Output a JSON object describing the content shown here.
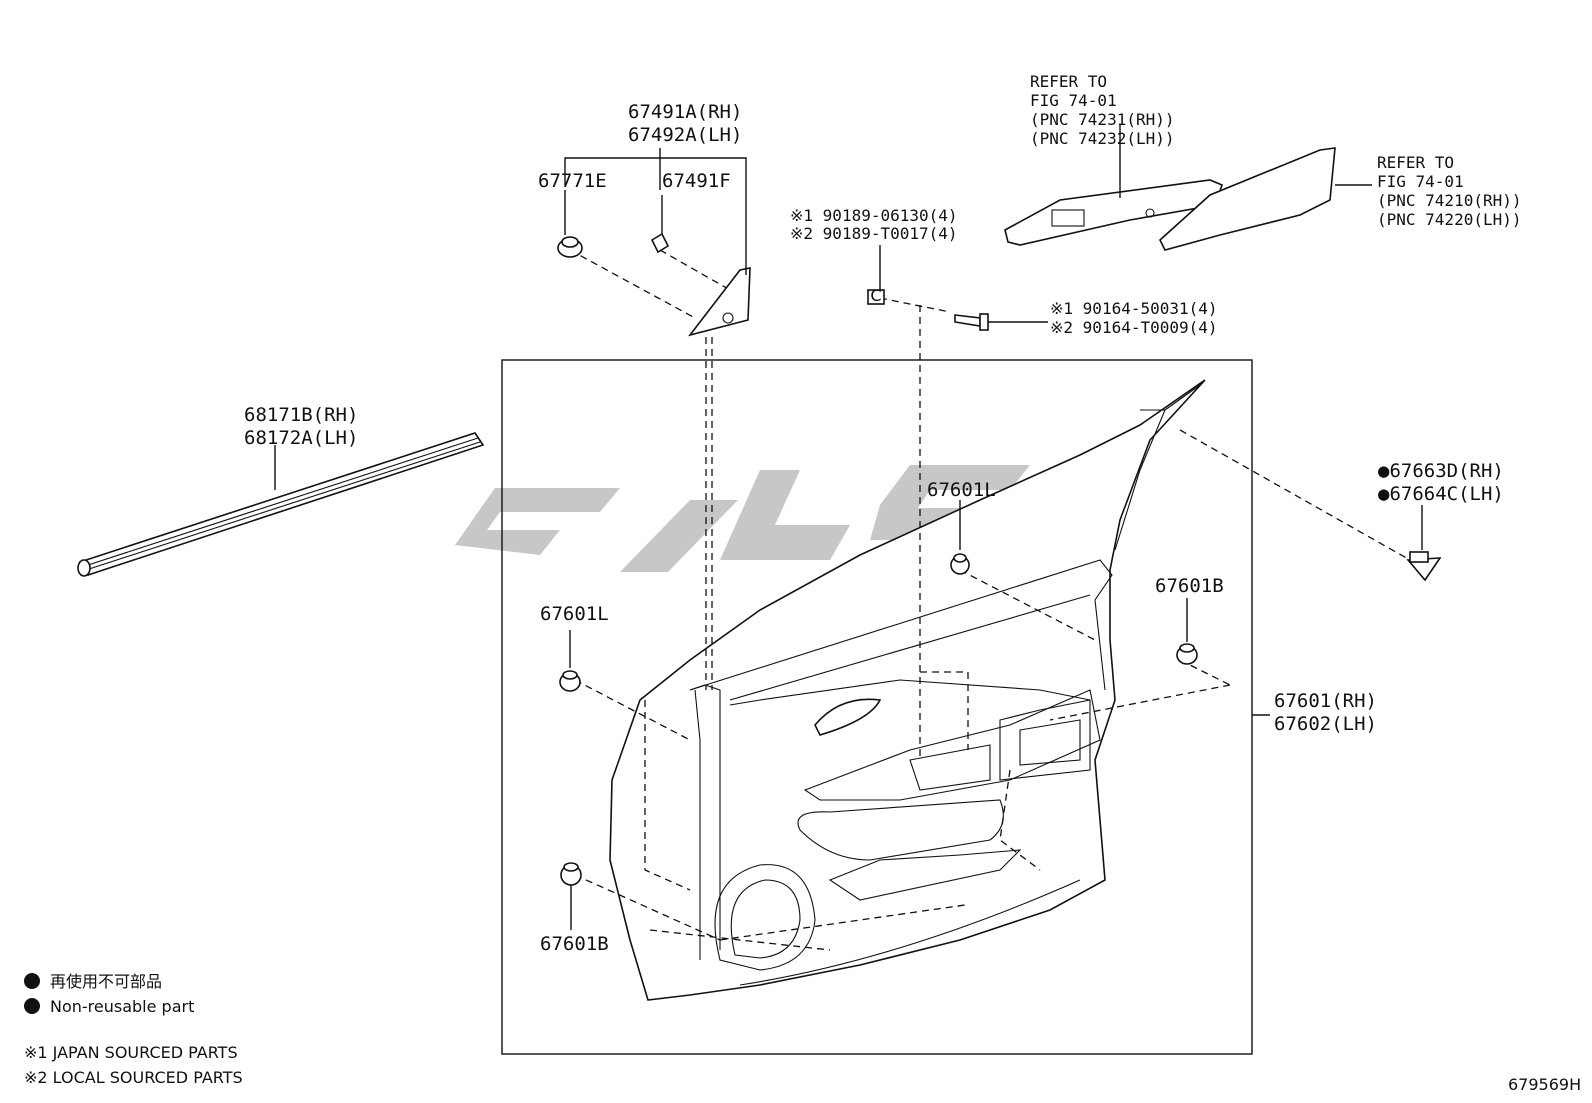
{
  "callouts": {
    "pn_67491a": "67491A(RH)",
    "pn_67492a": "67492A(LH)",
    "pn_67771e": "67771E",
    "pn_67491f": "67491F",
    "ref1_l1": "REFER TO",
    "ref1_l2": "FIG 74-01",
    "ref1_l3": "(PNC 74231(RH))",
    "ref1_l4": "(PNC 74232(LH))",
    "ref2_l1": "REFER TO",
    "ref2_l2": "FIG 74-01",
    "ref2_l3": "(PNC 74210(RH))",
    "ref2_l4": "(PNC 74220(LH))",
    "clip_a1": "※1 90189-06130(4)",
    "clip_a2": "※2 90189-T0017(4)",
    "screw_a1": "※1 90164-50031(4)",
    "screw_a2": "※2 90164-T0009(4)",
    "pn_68171b": "68171B(RH)",
    "pn_68172a": "68172A(LH)",
    "pn_67663d": "●67663D(RH)",
    "pn_67664c": "●67664C(LH)",
    "pn_67601l_top": "67601L",
    "pn_67601l_left": "67601L",
    "pn_67601b_right": "67601B",
    "pn_67601b_bottom": "67601B",
    "pn_67601": "67601(RH)",
    "pn_67602": "67602(LH)"
  },
  "legend": {
    "non_reusable_jp": "再使用不可部品",
    "non_reusable_en": "Non-reusable part",
    "japan_sourced": "※1 JAPAN SOURCED PARTS",
    "local_sourced": "※2 LOCAL SOURCED PARTS"
  },
  "figure_id": "679569H"
}
